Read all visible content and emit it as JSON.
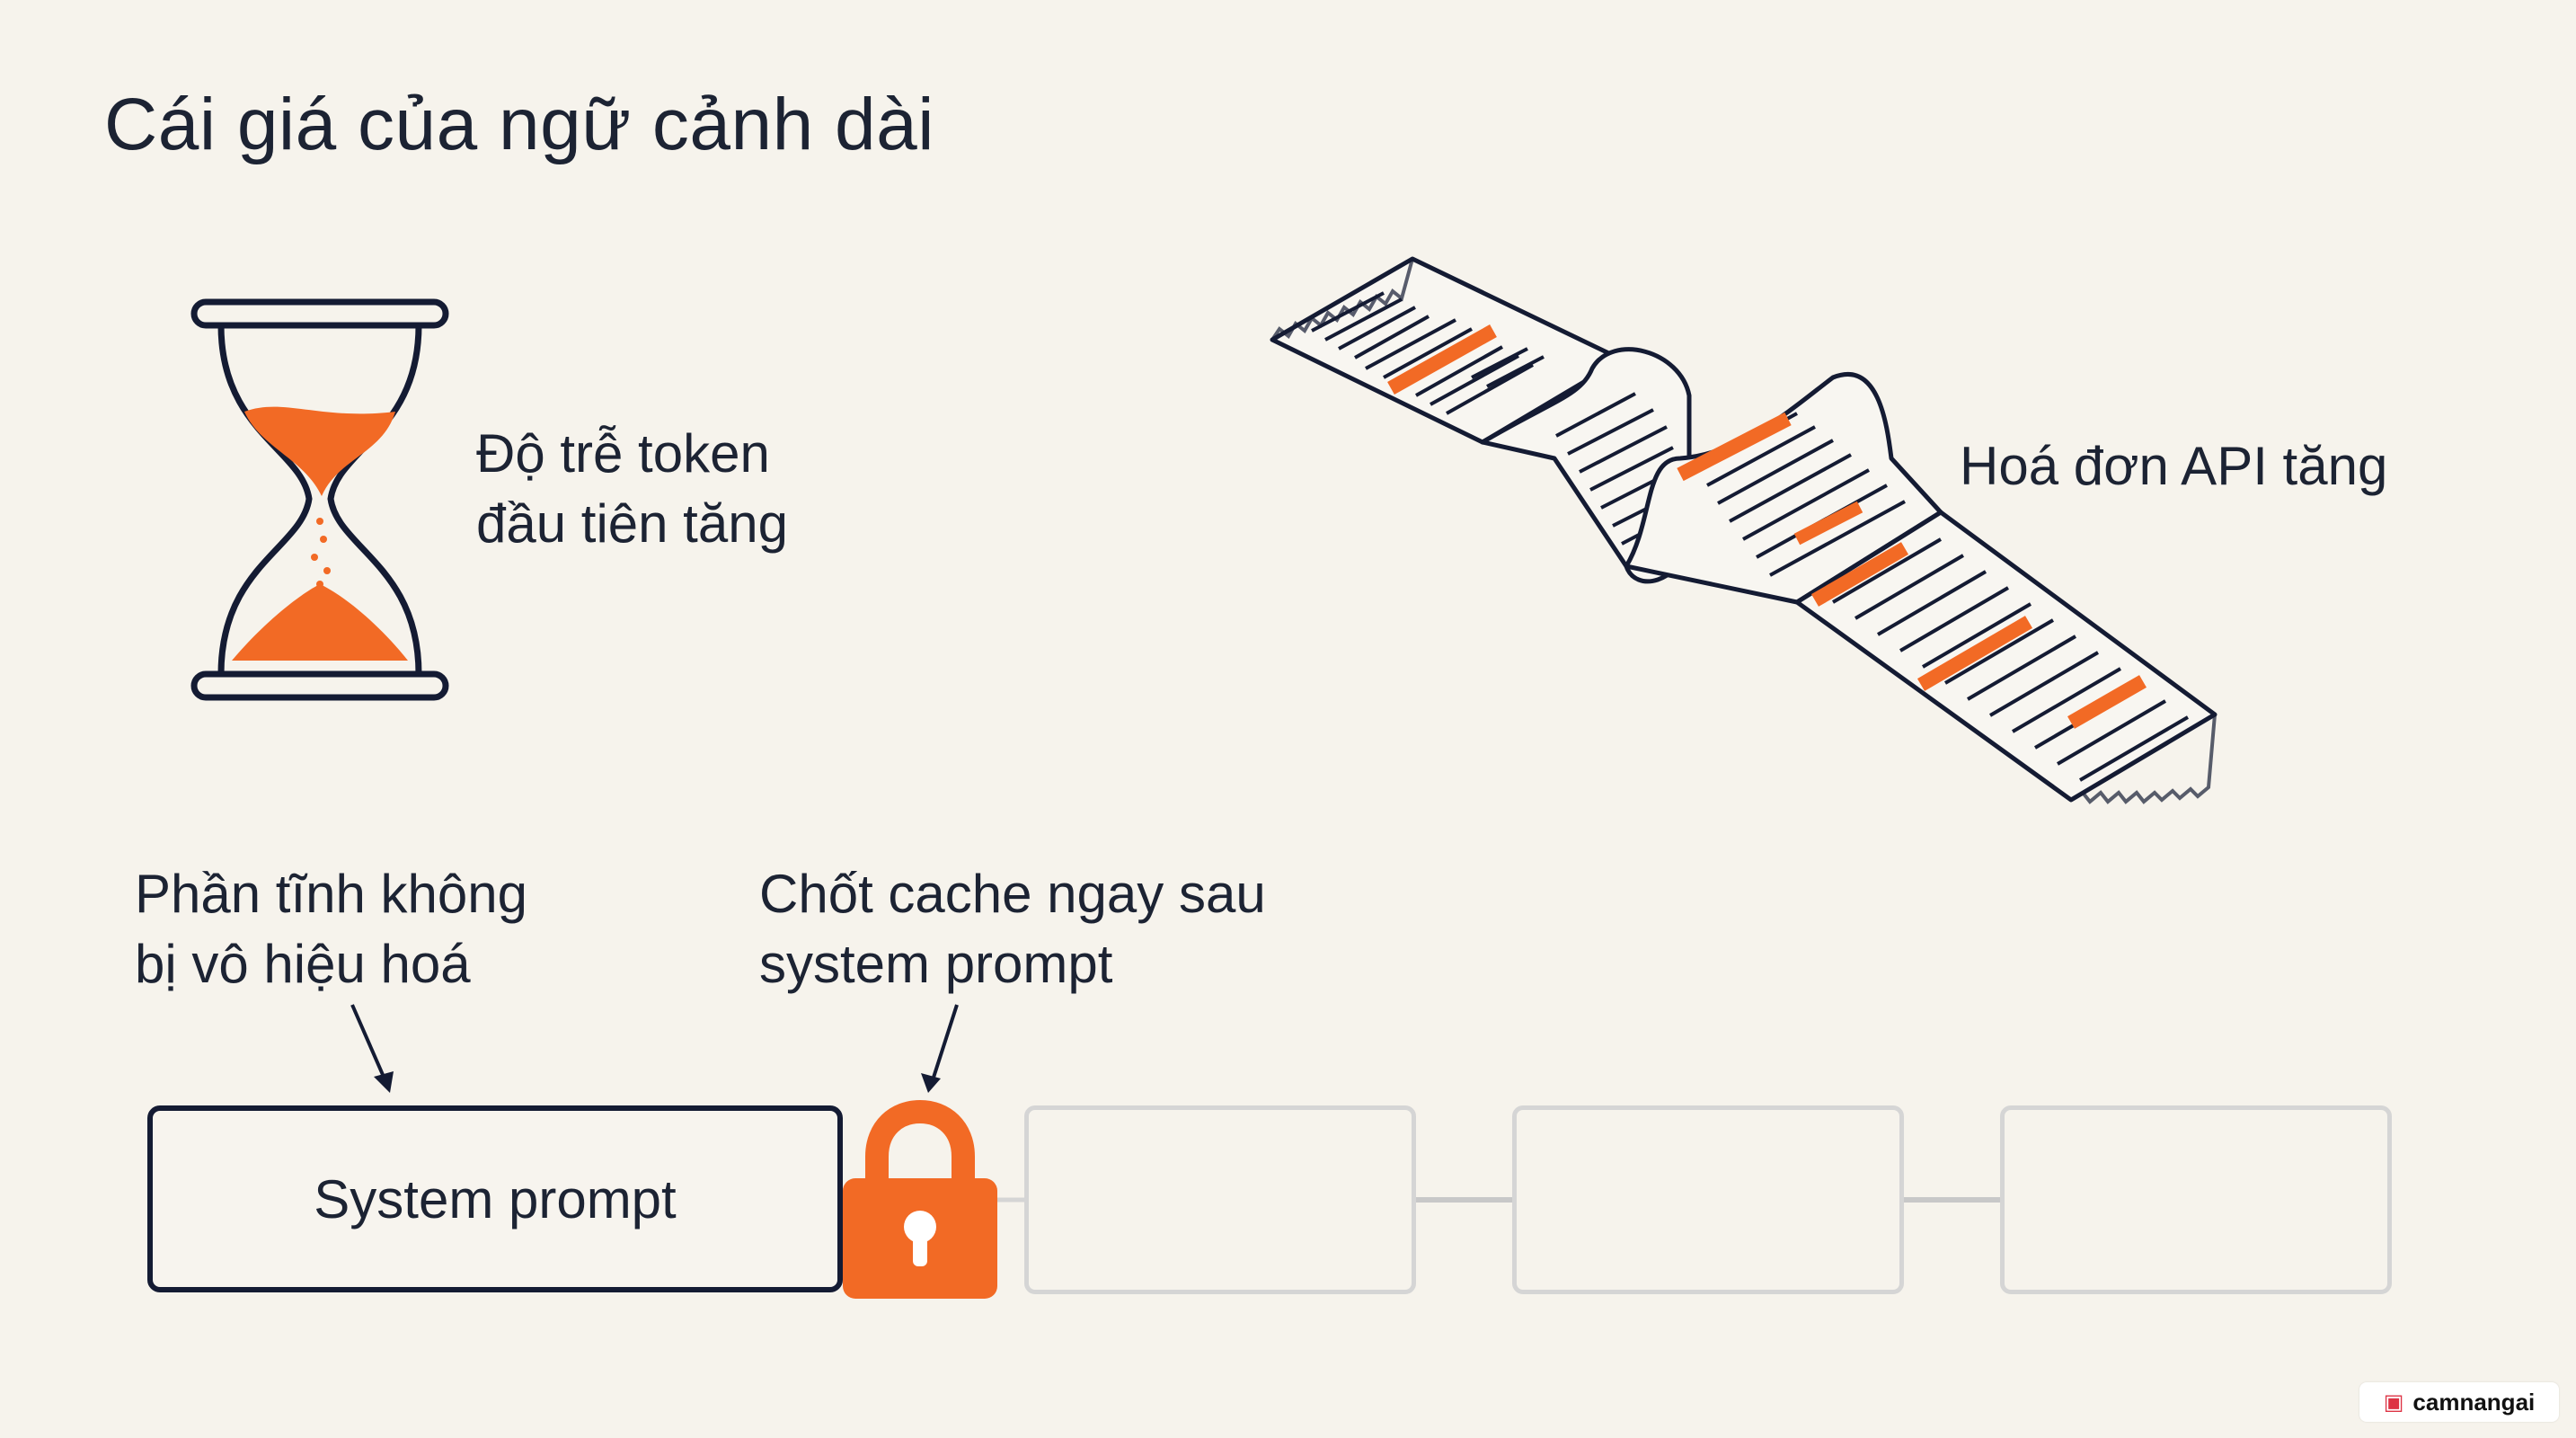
{
  "title": "Cái giá của ngữ cảnh dài",
  "latency": {
    "lines": [
      "Độ trễ token",
      "đầu tiên tăng"
    ],
    "icon": "hourglass-icon"
  },
  "bill": {
    "label": "Hoá đơn API tăng",
    "icon": "receipt-icon"
  },
  "annotations": {
    "static_part": [
      "Phần tĩnh không",
      "bị vô hiệu hoá"
    ],
    "cache_breakpoint": [
      "Chốt cache ngay sau",
      "system prompt"
    ]
  },
  "blocks": {
    "system_prompt": "System prompt",
    "empty_blocks": 3
  },
  "lock_icon": "lock-icon",
  "colors": {
    "accent": "#f26a25",
    "ink": "#141b33",
    "background": "#f6f3ec",
    "ghost_border": "#d5d5d5"
  },
  "watermark": "camnangai"
}
